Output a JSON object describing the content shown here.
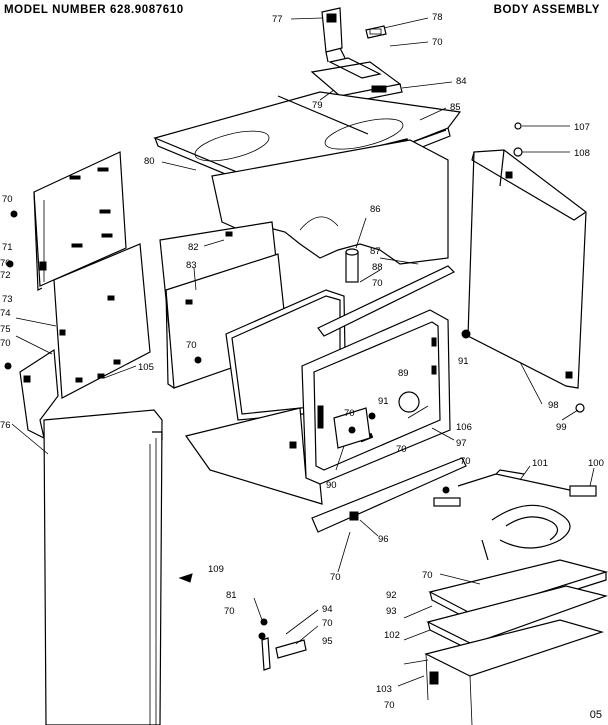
{
  "header": {
    "model_label": "MODEL NUMBER 628.9087610",
    "title": "BODY ASSEMBLY"
  },
  "footer": {
    "page_code": "05"
  },
  "callouts": [
    {
      "id": "c77",
      "label": "77"
    },
    {
      "id": "c78",
      "label": "78"
    },
    {
      "id": "c70a",
      "label": "70"
    },
    {
      "id": "c84",
      "label": "84"
    },
    {
      "id": "c79",
      "label": "79"
    },
    {
      "id": "c85",
      "label": "85"
    },
    {
      "id": "c80",
      "label": "80"
    },
    {
      "id": "c107",
      "label": "107"
    },
    {
      "id": "c108",
      "label": "108"
    },
    {
      "id": "c70b",
      "label": "70"
    },
    {
      "id": "c71",
      "label": "71"
    },
    {
      "id": "c70c",
      "label": "70"
    },
    {
      "id": "c72",
      "label": "72"
    },
    {
      "id": "c73",
      "label": "73"
    },
    {
      "id": "c74",
      "label": "74"
    },
    {
      "id": "c75",
      "label": "75"
    },
    {
      "id": "c70d",
      "label": "70"
    },
    {
      "id": "c76",
      "label": "76"
    },
    {
      "id": "c82",
      "label": "82"
    },
    {
      "id": "c83",
      "label": "83"
    },
    {
      "id": "c86",
      "label": "86"
    },
    {
      "id": "c87",
      "label": "87"
    },
    {
      "id": "c88",
      "label": "88"
    },
    {
      "id": "c70e",
      "label": "70"
    },
    {
      "id": "c70f",
      "label": "70"
    },
    {
      "id": "c105",
      "label": "105"
    },
    {
      "id": "c89",
      "label": "89"
    },
    {
      "id": "c91a",
      "label": "91"
    },
    {
      "id": "c70g",
      "label": "70"
    },
    {
      "id": "c91b",
      "label": "91"
    },
    {
      "id": "c98",
      "label": "98"
    },
    {
      "id": "c99",
      "label": "99"
    },
    {
      "id": "c106",
      "label": "106"
    },
    {
      "id": "c97",
      "label": "97"
    },
    {
      "id": "c70h",
      "label": "70"
    },
    {
      "id": "c90",
      "label": "90"
    },
    {
      "id": "c70i",
      "label": "70"
    },
    {
      "id": "c101",
      "label": "101"
    },
    {
      "id": "c100",
      "label": "100"
    },
    {
      "id": "c96",
      "label": "96"
    },
    {
      "id": "c70j",
      "label": "70"
    },
    {
      "id": "c70k",
      "label": "70"
    },
    {
      "id": "c109",
      "label": "109"
    },
    {
      "id": "c81",
      "label": "81"
    },
    {
      "id": "c70l",
      "label": "70"
    },
    {
      "id": "c94",
      "label": "94"
    },
    {
      "id": "c70m",
      "label": "70"
    },
    {
      "id": "c95",
      "label": "95"
    },
    {
      "id": "c92",
      "label": "92"
    },
    {
      "id": "c93",
      "label": "93"
    },
    {
      "id": "c102",
      "label": "102"
    },
    {
      "id": "c103",
      "label": "103"
    },
    {
      "id": "c70n",
      "label": "70"
    }
  ]
}
